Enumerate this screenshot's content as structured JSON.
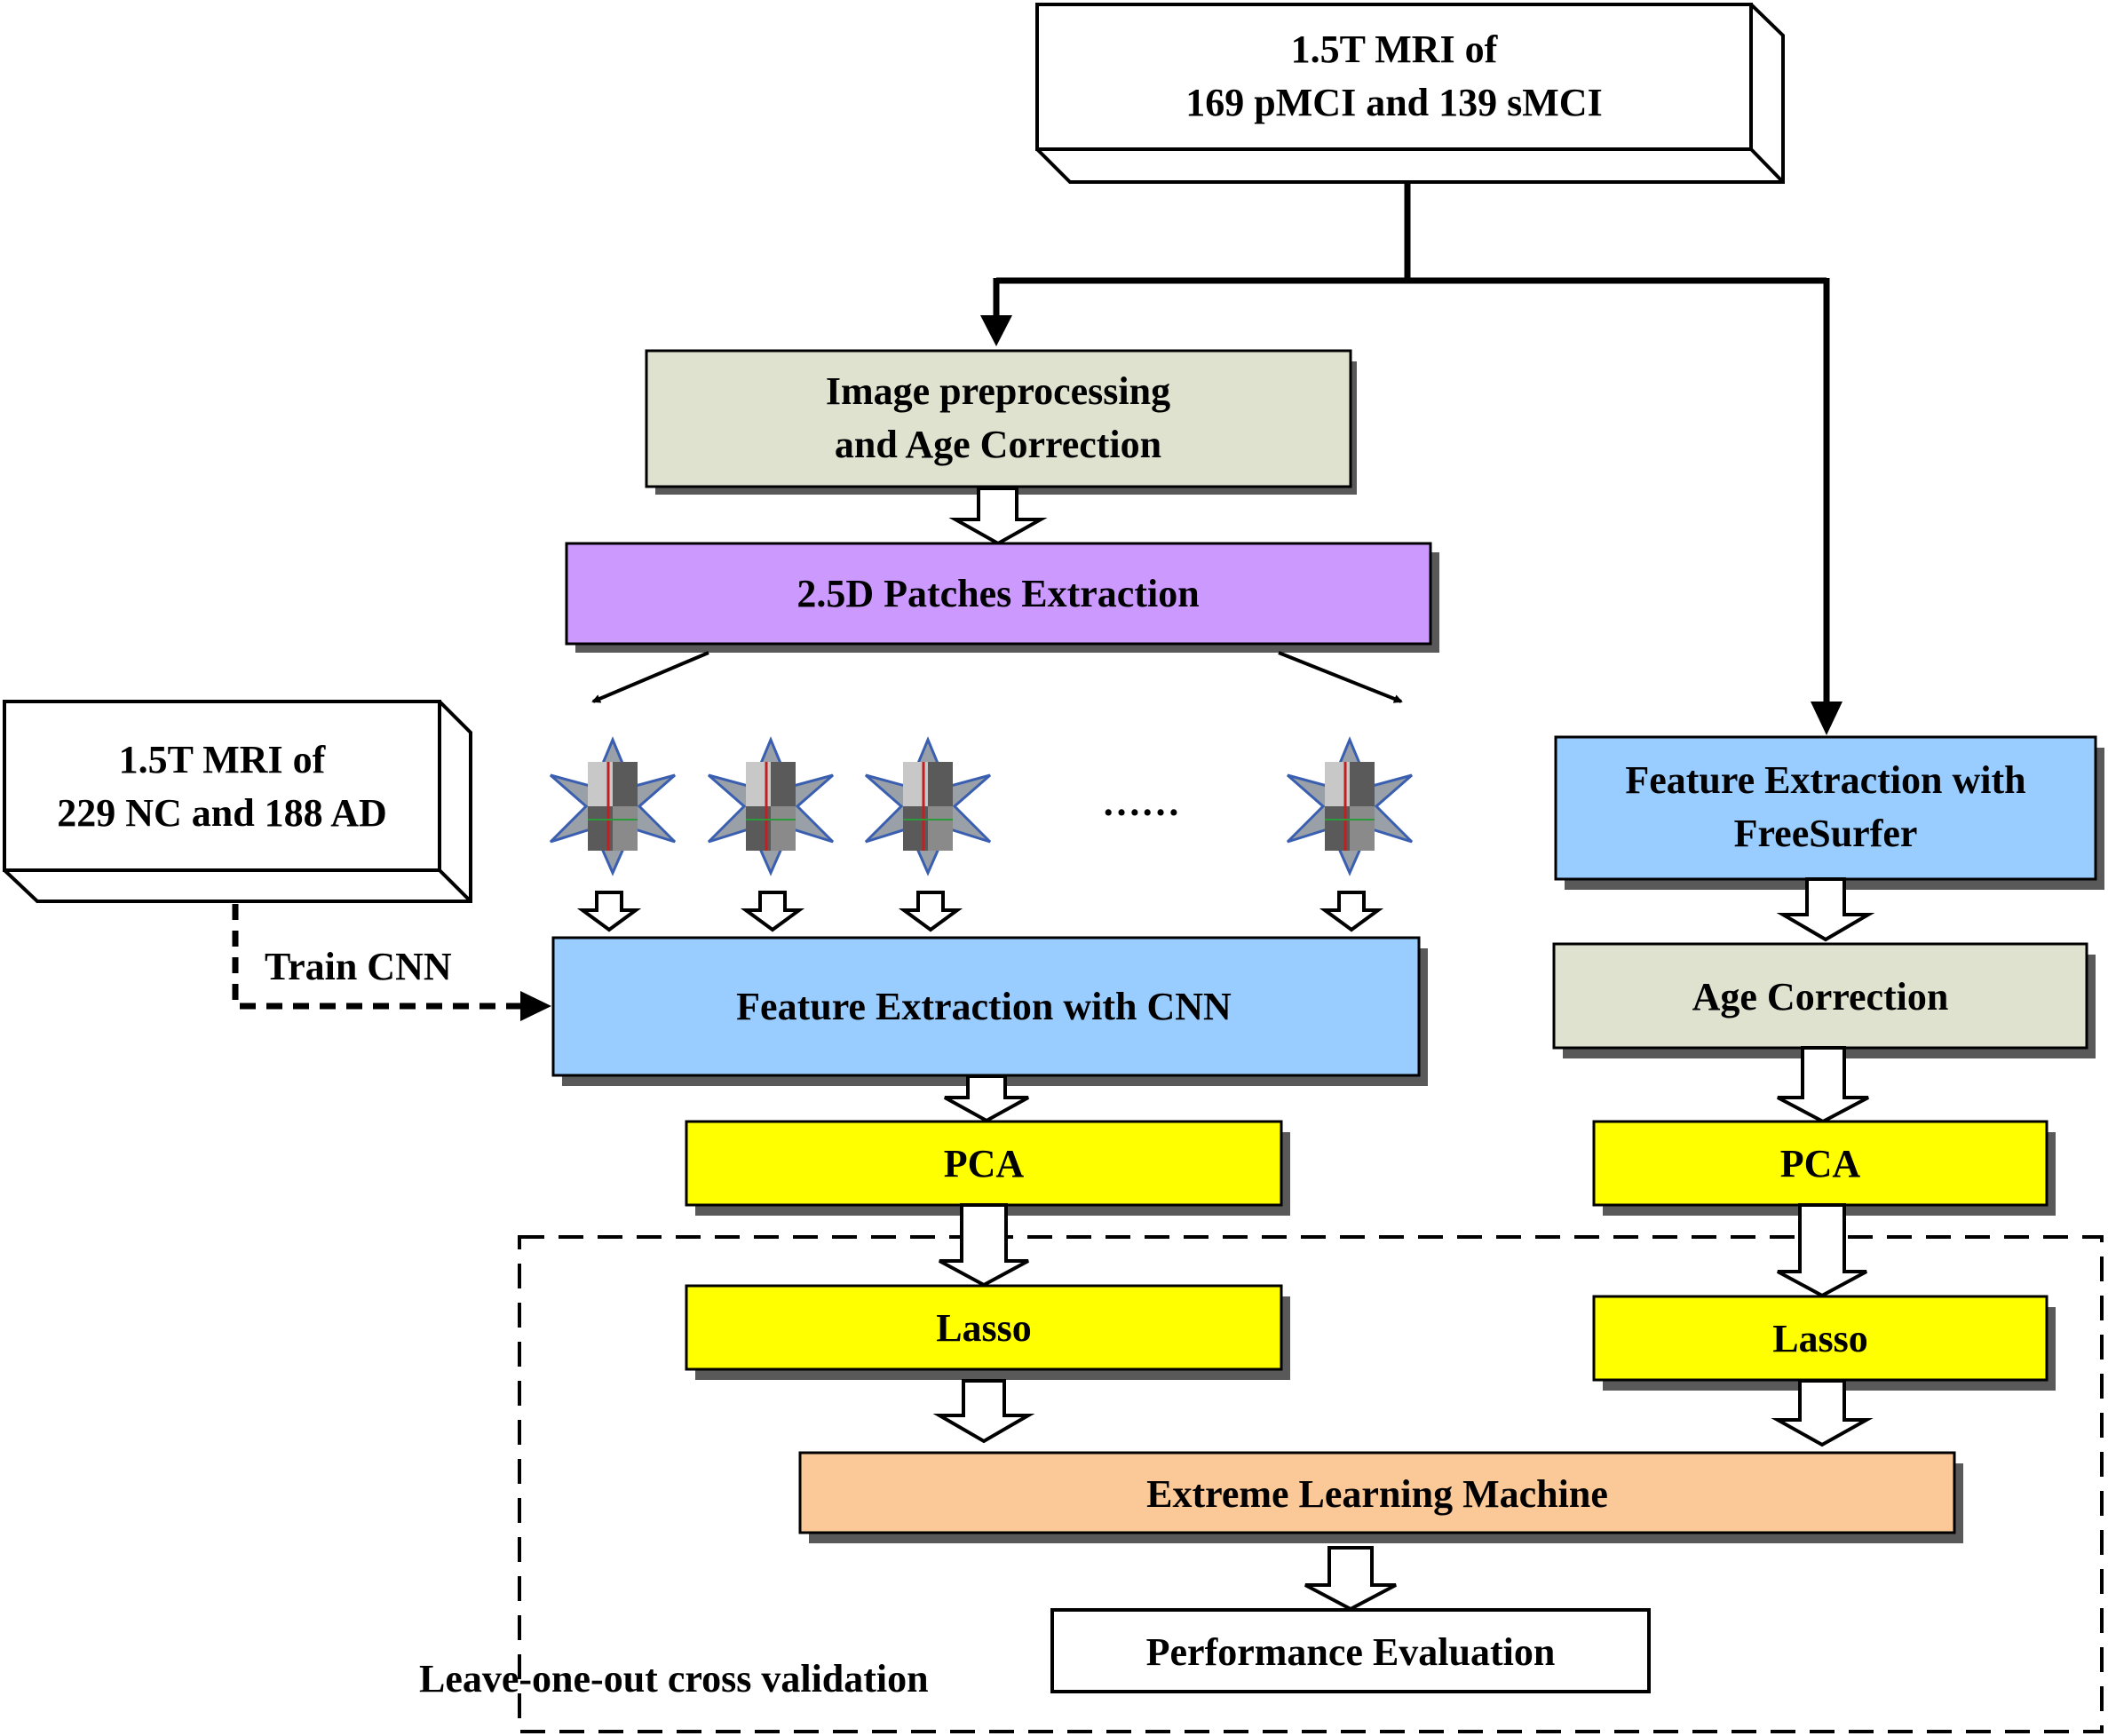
{
  "boxes": {
    "mri_mci_line1": "1.5T MRI of",
    "mri_mci_line2": "169 pMCI and 139 sMCI",
    "mri_ad_line1": "1.5T MRI of",
    "mri_ad_line2": "229 NC and 188 AD",
    "preprocessing_line1": "Image preprocessing",
    "preprocessing_line2": "and Age Correction",
    "patches": "2.5D Patches Extraction",
    "cnn_features": "Feature Extraction with CNN",
    "freesurfer_line1": "Feature Extraction with",
    "freesurfer_line2": "FreeSurfer",
    "age_correction": "Age Correction",
    "pca_left": "PCA",
    "pca_right": "PCA",
    "lasso_left": "Lasso",
    "lasso_right": "Lasso",
    "elm": "Extreme Learning Machine",
    "performance": "Performance Evaluation"
  },
  "labels": {
    "train_cnn": "Train CNN",
    "ellipsis": "……",
    "loocv": "Leave-one-out cross validation"
  },
  "colors": {
    "preprocessing": "#dfe2cf",
    "patches": "#cc99ff",
    "feature": "#99ccff",
    "age": "#dfe2cf",
    "pca_lasso": "#ffff00",
    "elm": "#fbc897",
    "shadow": "#595959"
  },
  "icons": {
    "patch": "brain-patch-icon"
  }
}
